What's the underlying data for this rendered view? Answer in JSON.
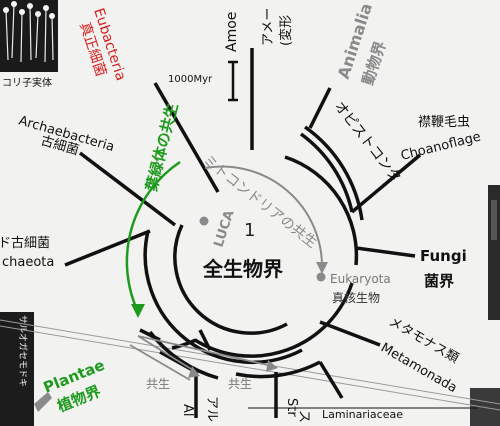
{
  "center": {
    "number": "1",
    "label": "全生物界",
    "luca": "LUCA"
  },
  "scale": {
    "label": "1000Myr"
  },
  "eukaryota": {
    "name": "Eukaryota",
    "ja": "真核生物"
  },
  "groups": {
    "eubacteria": {
      "name": "Eubacteria",
      "ja": "真正細菌"
    },
    "archaebacteria": {
      "name": "Archaebacteria",
      "ja": "古細菌"
    },
    "archaeota_ja": "ド古細菌",
    "archaeota": "chaeota",
    "animalia": {
      "name": "Animalia",
      "ja": "動物界"
    },
    "fungi": {
      "name": "Fungi",
      "ja": "菌界"
    },
    "plantae": {
      "name": "Plantae",
      "ja": "植物界"
    },
    "amoebozoa": {
      "name": "Amoe",
      "ja1": "アメー",
      "ja2": "(変形"
    },
    "choanoflagellate": {
      "name": "Choanoflage",
      "ja": "襟鞭毛虫"
    },
    "opisthokonta": "オピストコンタ",
    "metamonada": {
      "name": "Metamonada",
      "ja": "メタモナス類"
    },
    "laminariaceae": "Laminariaceae",
    "alveolata": {
      "name": "Al",
      "ja": "アル"
    },
    "stramenopiles": {
      "name": "Str",
      "ja": "ス"
    }
  },
  "annotations": {
    "mitochondria": "ミトコンドリアの共生",
    "chloroplast": "葉緑体の共生",
    "symbiosis1": "共生",
    "symbiosis2": "共生"
  },
  "photos": {
    "top_left": "コリ子実体",
    "left_strip": "サルオガセモドキ"
  },
  "colors": {
    "red": "#d42020",
    "green": "#1e9a1e",
    "gray": "#8a8a8a",
    "black": "#111111"
  }
}
